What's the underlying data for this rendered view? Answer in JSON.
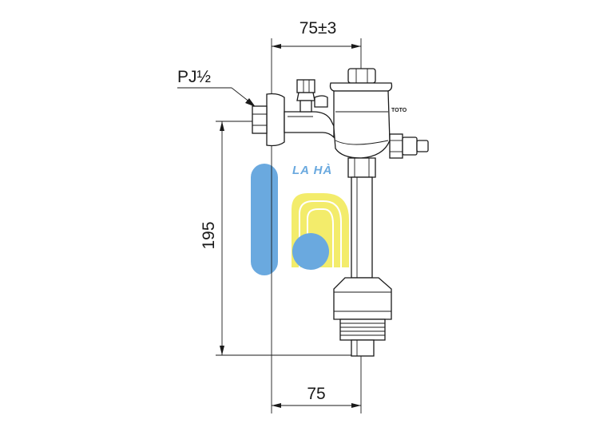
{
  "dimensions": {
    "top_width": "75±3",
    "bottom_width": "75",
    "height": "195",
    "thread_spec": "PJ½"
  },
  "product": {
    "brand_mark": "TOTO"
  },
  "watermark": {
    "text": "LA HÀ",
    "color_blue": "#5aa0dc",
    "color_yellow": "#f2ea5c"
  }
}
